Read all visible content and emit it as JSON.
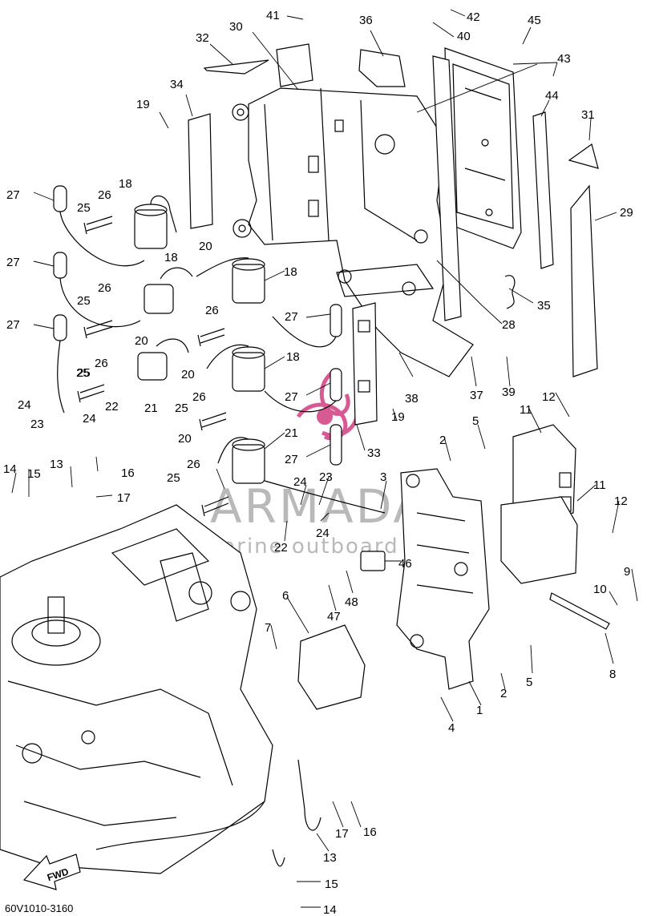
{
  "diagram": {
    "code": "60V1010-3160",
    "fwd_label": "FWD",
    "watermark": {
      "brand": "ARMADA",
      "tagline": "marine outboard",
      "color": "#d85a92"
    },
    "labels": [
      {
        "n": "41"
      },
      {
        "n": "42"
      },
      {
        "n": "30"
      },
      {
        "n": "36"
      },
      {
        "n": "40"
      },
      {
        "n": "45"
      },
      {
        "n": "32"
      },
      {
        "n": "43"
      },
      {
        "n": "34"
      },
      {
        "n": "44"
      },
      {
        "n": "19"
      },
      {
        "n": "31"
      },
      {
        "n": "27"
      },
      {
        "n": "26"
      },
      {
        "n": "18"
      },
      {
        "n": "29"
      },
      {
        "n": "25"
      },
      {
        "n": "20"
      },
      {
        "n": "27"
      },
      {
        "n": "18"
      },
      {
        "n": "18"
      },
      {
        "n": "35"
      },
      {
        "n": "26"
      },
      {
        "n": "25"
      },
      {
        "n": "26"
      },
      {
        "n": "27"
      },
      {
        "n": "27"
      },
      {
        "n": "28"
      },
      {
        "n": "25"
      },
      {
        "n": "20"
      },
      {
        "n": "18"
      },
      {
        "n": "26"
      },
      {
        "n": "20"
      },
      {
        "n": "38"
      },
      {
        "n": "37"
      },
      {
        "n": "39"
      },
      {
        "n": "25"
      },
      {
        "n": "21"
      },
      {
        "n": "27"
      },
      {
        "n": "22"
      },
      {
        "n": "26"
      },
      {
        "n": "12"
      },
      {
        "n": "24"
      },
      {
        "n": "24"
      },
      {
        "n": "25"
      },
      {
        "n": "11"
      },
      {
        "n": "23"
      },
      {
        "n": "19"
      },
      {
        "n": "21"
      },
      {
        "n": "5"
      },
      {
        "n": "20"
      },
      {
        "n": "2"
      },
      {
        "n": "33"
      },
      {
        "n": "27"
      },
      {
        "n": "14"
      },
      {
        "n": "15"
      },
      {
        "n": "13"
      },
      {
        "n": "16"
      },
      {
        "n": "26"
      },
      {
        "n": "3"
      },
      {
        "n": "24"
      },
      {
        "n": "23"
      },
      {
        "n": "11"
      },
      {
        "n": "17"
      },
      {
        "n": "25"
      },
      {
        "n": "12"
      },
      {
        "n": "24"
      },
      {
        "n": "22"
      },
      {
        "n": "46"
      },
      {
        "n": "9"
      },
      {
        "n": "6"
      },
      {
        "n": "48"
      },
      {
        "n": "10"
      },
      {
        "n": "47"
      },
      {
        "n": "7"
      },
      {
        "n": "5"
      },
      {
        "n": "8"
      },
      {
        "n": "2"
      },
      {
        "n": "1"
      },
      {
        "n": "4"
      },
      {
        "n": "16"
      },
      {
        "n": "17"
      },
      {
        "n": "13"
      },
      {
        "n": "15"
      },
      {
        "n": "14"
      }
    ]
  }
}
